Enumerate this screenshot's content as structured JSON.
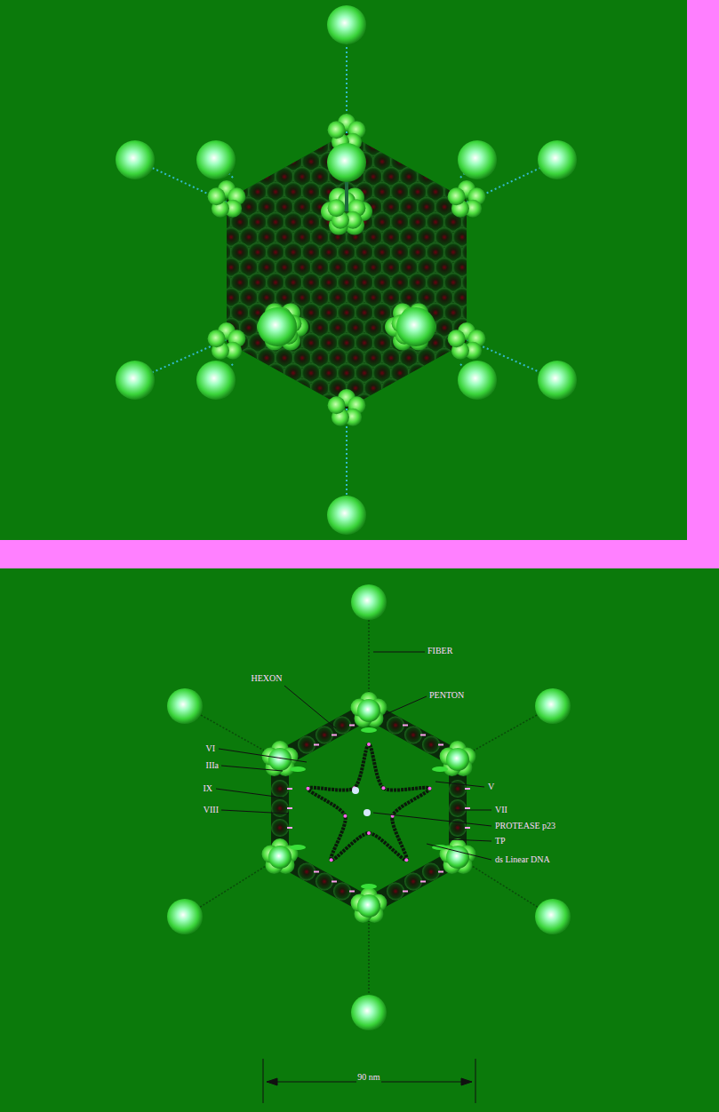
{
  "diagram": {
    "labels": [
      "FIBER",
      "HEXON",
      "PENTON",
      "VI",
      "IIIa",
      "IX",
      "VIII",
      "V",
      "VII",
      "PROTEASE p23",
      "TP",
      "ds Linear DNA",
      "90 nm"
    ]
  }
}
